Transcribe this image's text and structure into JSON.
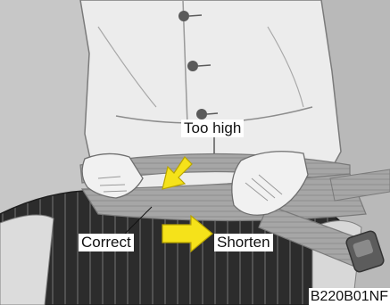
{
  "labels": {
    "too_high": "Too high",
    "correct": "Correct",
    "shorten": "Shorten"
  },
  "figure_code": "B220B01NF",
  "colors": {
    "arrow": "#f5e21a",
    "arrow_outline": "#b8a400",
    "belt": "#a9a9a9",
    "background": "#c9c9c9"
  }
}
